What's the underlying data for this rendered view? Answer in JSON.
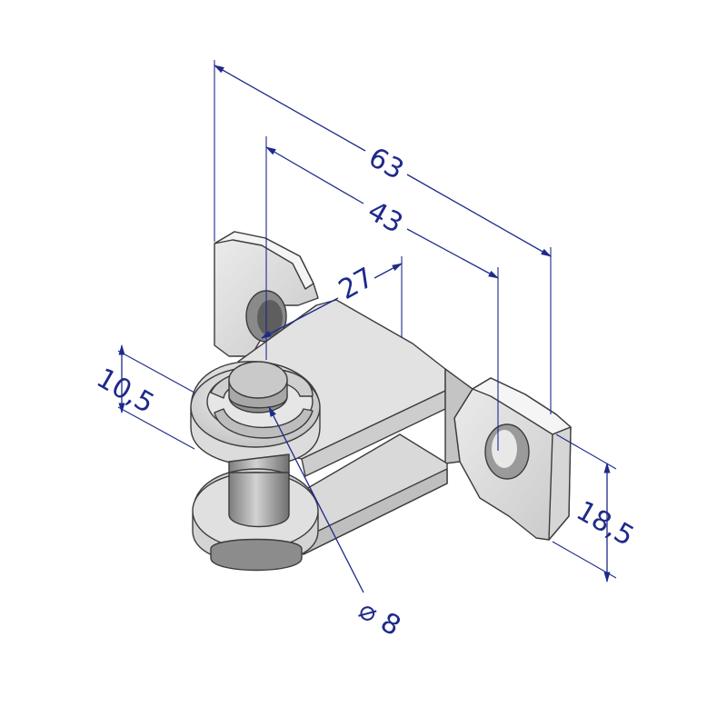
{
  "drawing": {
    "dimensions": {
      "overall_length": "63",
      "hole_to_hole": "43",
      "arm_length": "27",
      "knuckle_height": "10,5",
      "bracket_height": "18,5",
      "pin_diameter": "⌀ 8"
    }
  },
  "colors": {
    "dimension": "#1e2a8a",
    "part_light": "#e4e4e4",
    "part_mid": "#cfcfcf",
    "part_dark": "#9c9c9c",
    "edge": "#3c3c3c"
  }
}
